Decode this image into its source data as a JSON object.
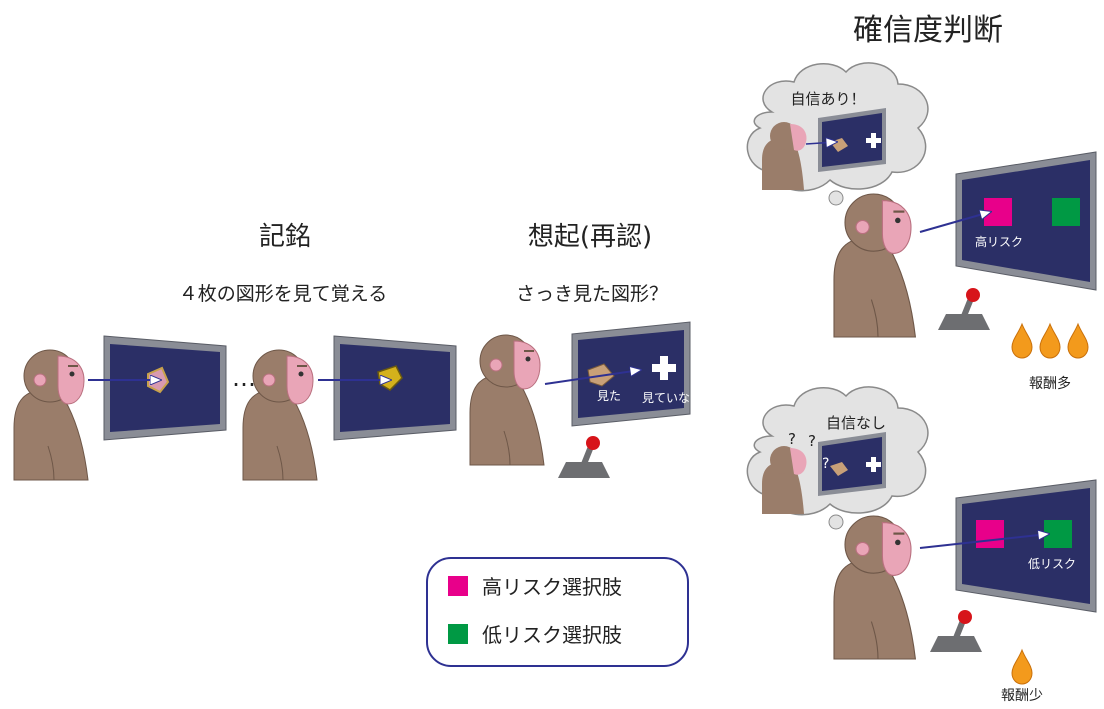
{
  "sections": {
    "encoding": {
      "title": "記銘",
      "subtitle": "４枚の図形を見て覚える",
      "ellipsis": "…"
    },
    "recall": {
      "title": "想起(再認)",
      "subtitle": "さっき見た図形？",
      "seen_label": "見た",
      "not_seen_label": "見ていない"
    },
    "confidence": {
      "title": "確信度判断",
      "high": {
        "thought": "自信あり！",
        "choice_label": "高リスク",
        "reward": "報酬多",
        "drops": 3
      },
      "low": {
        "thought": "自信なし",
        "question_marks": [
          "?",
          "?",
          "?"
        ],
        "choice_label": "低リスク",
        "reward": "報酬少",
        "drops": 1
      }
    }
  },
  "legend": {
    "items": [
      {
        "label": "高リスク選択肢",
        "color": "#e8008a"
      },
      {
        "label": "低リスク選択肢",
        "color": "#009944"
      }
    ]
  },
  "colors": {
    "screen": "#2b2f66",
    "bezel": "#8a8d96",
    "monkey": "#9a7d6a",
    "face": "#e9a5b7",
    "high_risk": "#e8008a",
    "low_risk": "#009944",
    "reward": "#f39a1c",
    "legend_border": "#2e3192",
    "joystick_ball": "#d7141a",
    "cloud": "#e3e3e3"
  }
}
